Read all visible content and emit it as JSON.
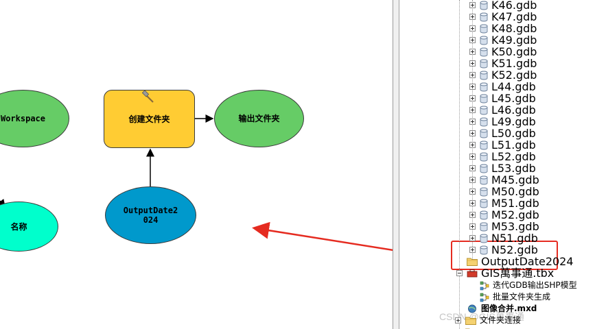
{
  "model": {
    "nodes": {
      "workspace": "Workspace",
      "create_folder": "创建文件夹",
      "output_folder": "输出文件夹",
      "name": "名称",
      "output_date_line1": "OutputDate2",
      "output_date_line2": "024"
    },
    "colors": {
      "variable_green": "#66cc66",
      "variable_cyan": "#00ffcc",
      "variable_blue": "#0099cc",
      "tool_yellow": "#ffcc33",
      "highlight_red": "#e52b20"
    }
  },
  "catalog": {
    "gdb_items": [
      "K46.gdb",
      "K47.gdb",
      "K48.gdb",
      "K49.gdb",
      "K50.gdb",
      "K51.gdb",
      "K52.gdb",
      "L44.gdb",
      "L45.gdb",
      "L46.gdb",
      "L49.gdb",
      "L50.gdb",
      "L51.gdb",
      "L52.gdb",
      "L53.gdb",
      "M45.gdb",
      "M50.gdb",
      "M51.gdb",
      "M52.gdb",
      "M53.gdb",
      "N51.gdb",
      "N52.gdb"
    ],
    "output_folder": "OutputDate2024",
    "toolbox": "GIS萬事通.tbx",
    "models": [
      "迭代GDB输出SHP模型",
      "批量文件夹生成"
    ],
    "mxd": "图像合并.mxd",
    "folder_connections": "文件夹连接"
  },
  "watermark": "CSDN @GIS萬事通"
}
